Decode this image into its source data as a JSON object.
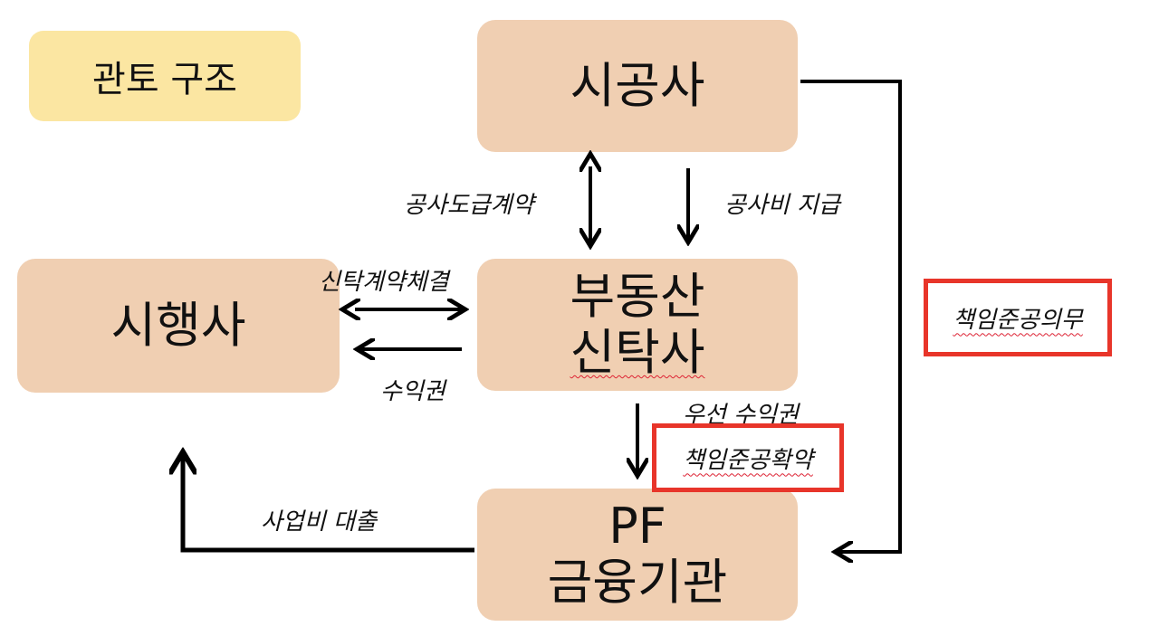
{
  "title": "관토 구조",
  "nodes": {
    "contractor": "시공사",
    "developer": "시행사",
    "trust_line1": "부동산",
    "trust_line2": "신탁사",
    "pf_line1": "PF",
    "pf_line2": "금융기관"
  },
  "labels": {
    "construction_contract": "공사도급계약",
    "construction_payment": "공사비 지급",
    "trust_contract": "신탁계약체결",
    "beneficial_right": "수익권",
    "priority_beneficial": "우선 수익권",
    "business_loan": "사업비 대출",
    "completion_guarantee_duty": "책임준공의무",
    "completion_confirmation": "책임준공확약"
  },
  "colors": {
    "node_fill": "#f0cfb2",
    "title_fill": "#fbe6a2",
    "highlight_border": "#e8352a",
    "arrow": "#000000"
  }
}
